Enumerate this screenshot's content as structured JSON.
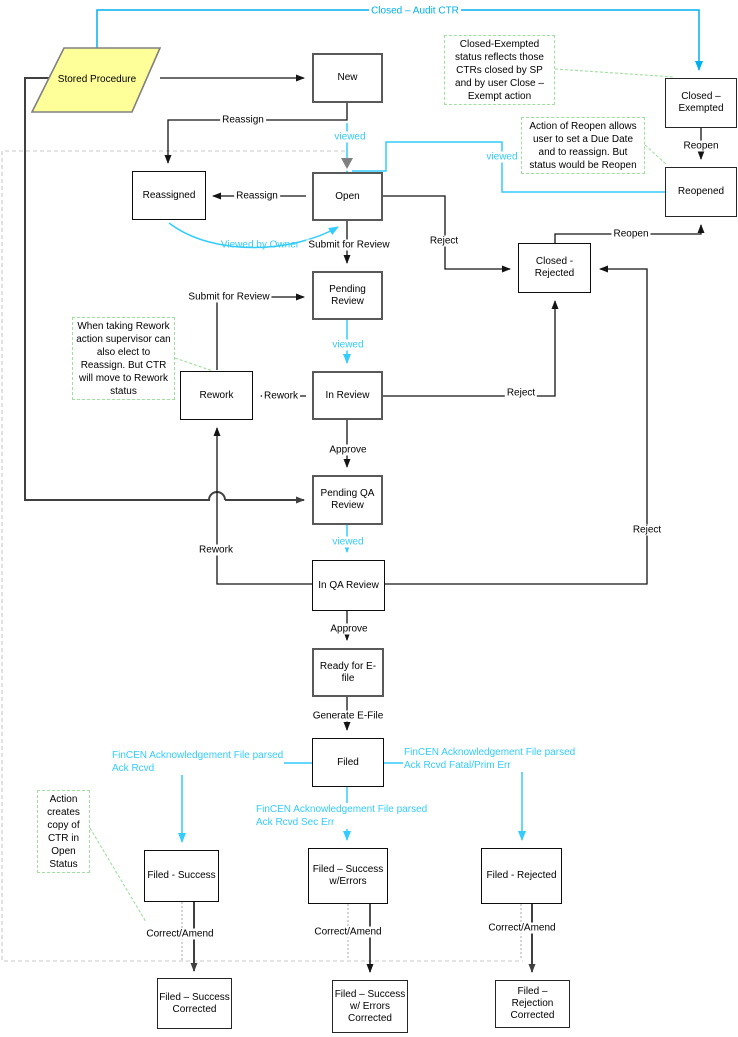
{
  "colors": {
    "viewed_cyan": "#33CCFF",
    "audit_cyan": "#00B0F0",
    "note_border_green": "#9FDF9F",
    "state_border_gray": "#595959",
    "stored_procedure_fill": "#FFFF99",
    "dashed_region_gray": "#C9C9C9"
  },
  "nodes": {
    "stored_procedure": "Stored Procedure",
    "new": "New",
    "reassigned": "Reassigned",
    "open": "Open",
    "closed_exempted": "Closed – Exempted",
    "reopened": "Reopened",
    "closed_rejected": "Closed - Rejected",
    "pending_review": "Pending Review",
    "rework": "Rework",
    "in_review": "In Review",
    "pending_qa_review": "Pending QA Review",
    "in_qa_review": "In QA Review",
    "ready_for_efile": "Ready for E-file",
    "filed": "Filed",
    "filed_success": "Filed - Success",
    "filed_success_w_errors": "Filed – Success w/Errors",
    "filed_rejected": "Filed - Rejected",
    "filed_success_corrected": "Filed – Success Corrected",
    "filed_success_w_errors_corrected": "Filed – Success w/ Errors Corrected",
    "filed_rejection_corrected": "Filed – Rejection Corrected"
  },
  "edge_labels": {
    "closed_audit_ctr": "Closed – Audit CTR",
    "reassign_from_new": "Reassign",
    "viewed_new_to_open": "viewed",
    "reassign_from_open": "Reassign",
    "viewed_by_owner": "Viewed by Owner",
    "submit_for_review_from_open": "Submit for Review",
    "submit_for_review_from_rework": "Submit for Review",
    "viewed_pending_to_in_review": "viewed",
    "rework_from_in_review": "Rework",
    "approve_from_in_review": "Approve",
    "reject_from_open": "Reject",
    "reopen_from_closed_exempted": "Reopen",
    "viewed_reopened_to_open": "viewed",
    "reopen_from_closed_rejected": "Reopen",
    "reject_from_in_review": "Reject",
    "reject_from_in_qa_review": "Reject",
    "rework_from_in_qa_review": "Rework",
    "viewed_pending_qa_to_in_qa": "viewed",
    "approve_from_in_qa": "Approve",
    "generate_efile": "Generate E-File",
    "fincen_ack_line1": "FinCEN Acknowledgement File parsed",
    "fincen_ack_line2": "Ack Rcvd",
    "fincen_sec_line1": "FinCEN Acknowledgement File parsed",
    "fincen_sec_line2": "Ack Rcvd Sec Err",
    "fincen_fatal_line1": "FinCEN Acknowledgement File parsed",
    "fincen_fatal_line2": "Ack Rcvd Fatal/Prim Err",
    "correct_amend_success": "Correct/Amend",
    "correct_amend_errors": "Correct/Amend",
    "correct_amend_rejected": "Correct/Amend"
  },
  "notes": {
    "closed_exempted_note": "Closed-Exempted status reflects those CTRs closed by SP and by user Close – Exempt action",
    "reopen_note": "Action of Reopen allows user to set a Due Date and to reassign. But status would be Reopen",
    "rework_note": "When taking Rework action supervisor can also elect to Reassign. But CTR will move to Rework status",
    "open_copy_note": "Action creates copy of CTR in Open Status"
  }
}
